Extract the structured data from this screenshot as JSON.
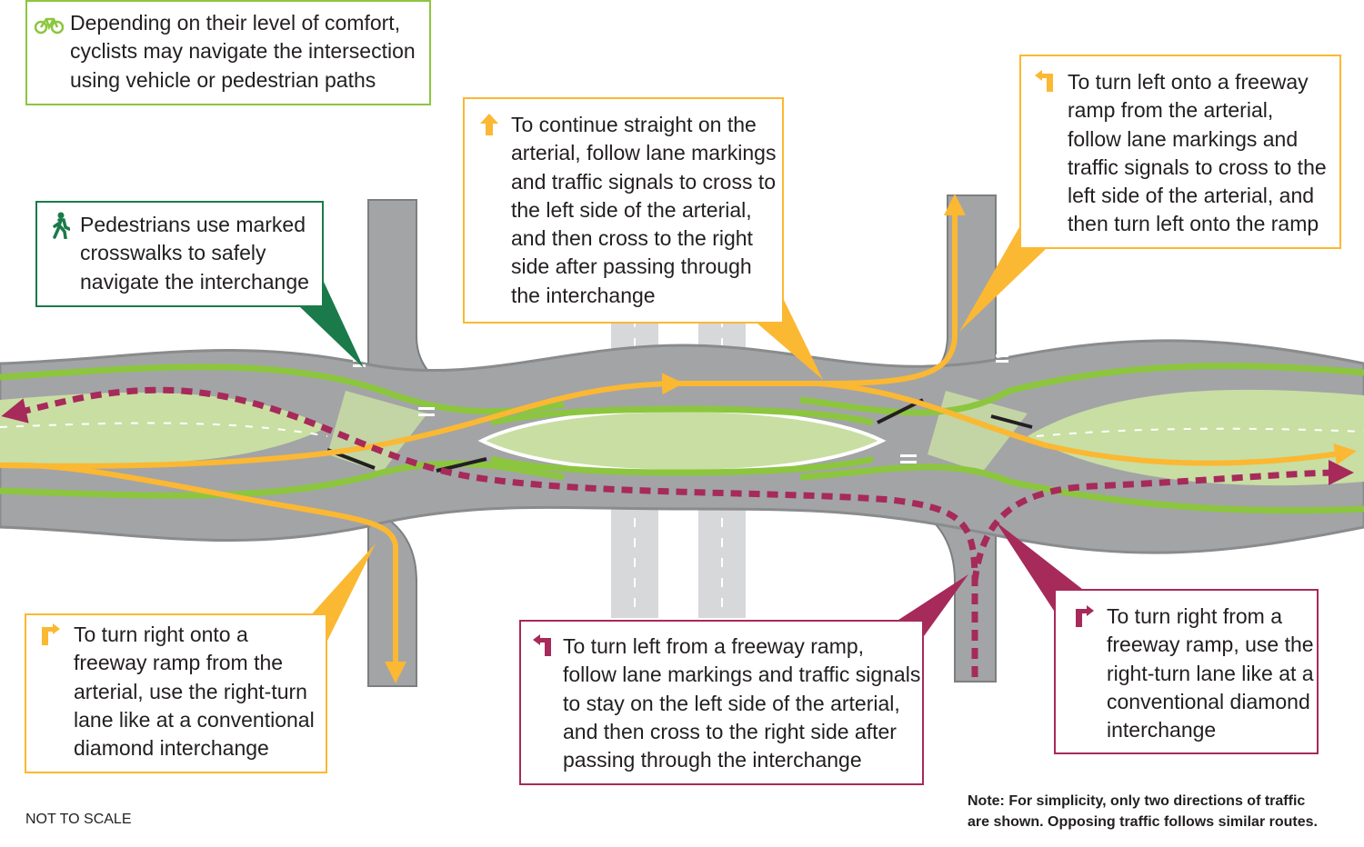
{
  "colors": {
    "bike_green": "#8cc63f",
    "pedestrian_green": "#1b7a4a",
    "through_orange": "#fbb832",
    "ramp_maroon": "#a62a5a",
    "road_gray": "#9a9b9d",
    "island_green": "#c9dea3"
  },
  "callouts": {
    "bicycle": {
      "icon": "bicycle-icon",
      "text": "Depending on their level of comfort,\ncyclists may navigate the intersection\nusing vehicle or pedestrian paths"
    },
    "pedestrian": {
      "icon": "pedestrian-icon",
      "text": "Pedestrians use marked\ncrosswalks to safely\nnavigate the interchange"
    },
    "straight": {
      "icon": "straight-arrow-icon",
      "text": "To continue straight on the\narterial, follow lane markings\nand traffic signals to cross to\nthe left side of the arterial,\nand then cross to the right\nside after passing through\nthe interchange"
    },
    "left_onto_ramp": {
      "icon": "left-turn-arrow-icon",
      "text": "To turn left onto a freeway\nramp from the arterial,\nfollow lane markings and\ntraffic signals to cross to the\nleft side of the arterial, and\nthen turn left onto the ramp"
    },
    "right_onto_ramp": {
      "icon": "right-turn-arrow-icon",
      "text": "To turn right onto a\nfreeway ramp from the\narterial, use the right-turn\nlane like at a conventional\ndiamond interchange"
    },
    "left_from_ramp": {
      "icon": "left-turn-arrow-icon",
      "text": "To turn left from a freeway ramp,\nfollow lane markings and traffic signals\nto stay on the left side of the arterial,\nand then cross to the right side after\npassing through the interchange"
    },
    "right_from_ramp": {
      "icon": "right-turn-arrow-icon",
      "text": "To turn right from a\nfreeway ramp, use the\nright-turn lane like at a\nconventional diamond\ninterchange"
    }
  },
  "notes": {
    "scale": "NOT TO SCALE",
    "simplicity": "Note: For simplicity, only two directions of traffic\nare shown. Opposing traffic follows similar routes."
  }
}
